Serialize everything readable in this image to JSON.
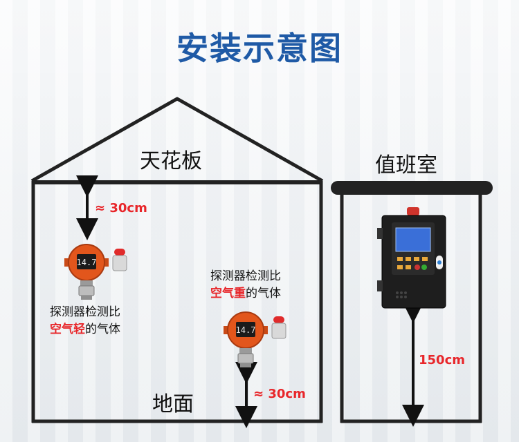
{
  "title": "安装示意图",
  "house": {
    "ceiling": "天花板",
    "floor": "地面",
    "top_distance": "≈ 30cm",
    "bottom_distance": "≈ 30cm"
  },
  "detector_light": {
    "line1": "探测器检测比",
    "highlight": "空气轻",
    "suffix": "的气体"
  },
  "detector_heavy": {
    "line1": "探测器检测比",
    "highlight": "空气重",
    "suffix": "的气体"
  },
  "duty_room": {
    "label": "值班室",
    "height": "150cm"
  },
  "detector_display": "14.7",
  "colors": {
    "title": "#1f5aa6",
    "highlight": "#e8262a",
    "detector_orange": "#e2561c",
    "outline": "#222222"
  }
}
